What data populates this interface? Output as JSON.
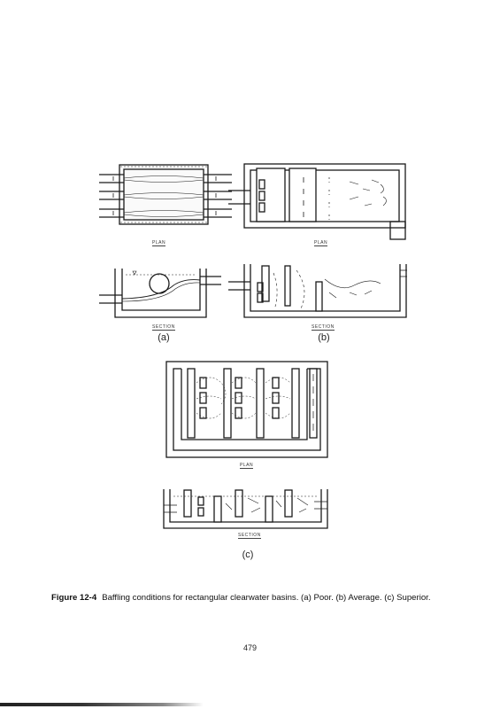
{
  "figure": {
    "panel_a": {
      "plan_label": "PLAN",
      "section_label": "SECTION",
      "sub_label": "(a)"
    },
    "panel_b": {
      "plan_label": "PLAN",
      "section_label": "SECTION",
      "sub_label": "(b)"
    },
    "panel_c": {
      "plan_label": "PLAN",
      "section_label": "SECTION",
      "sub_label": "(c)"
    }
  },
  "caption": {
    "number": "Figure 12-4",
    "text": "Baffling conditions for rectangular clearwater basins. (a) Poor. (b) Average. (c) Superior."
  },
  "page_number": "479"
}
